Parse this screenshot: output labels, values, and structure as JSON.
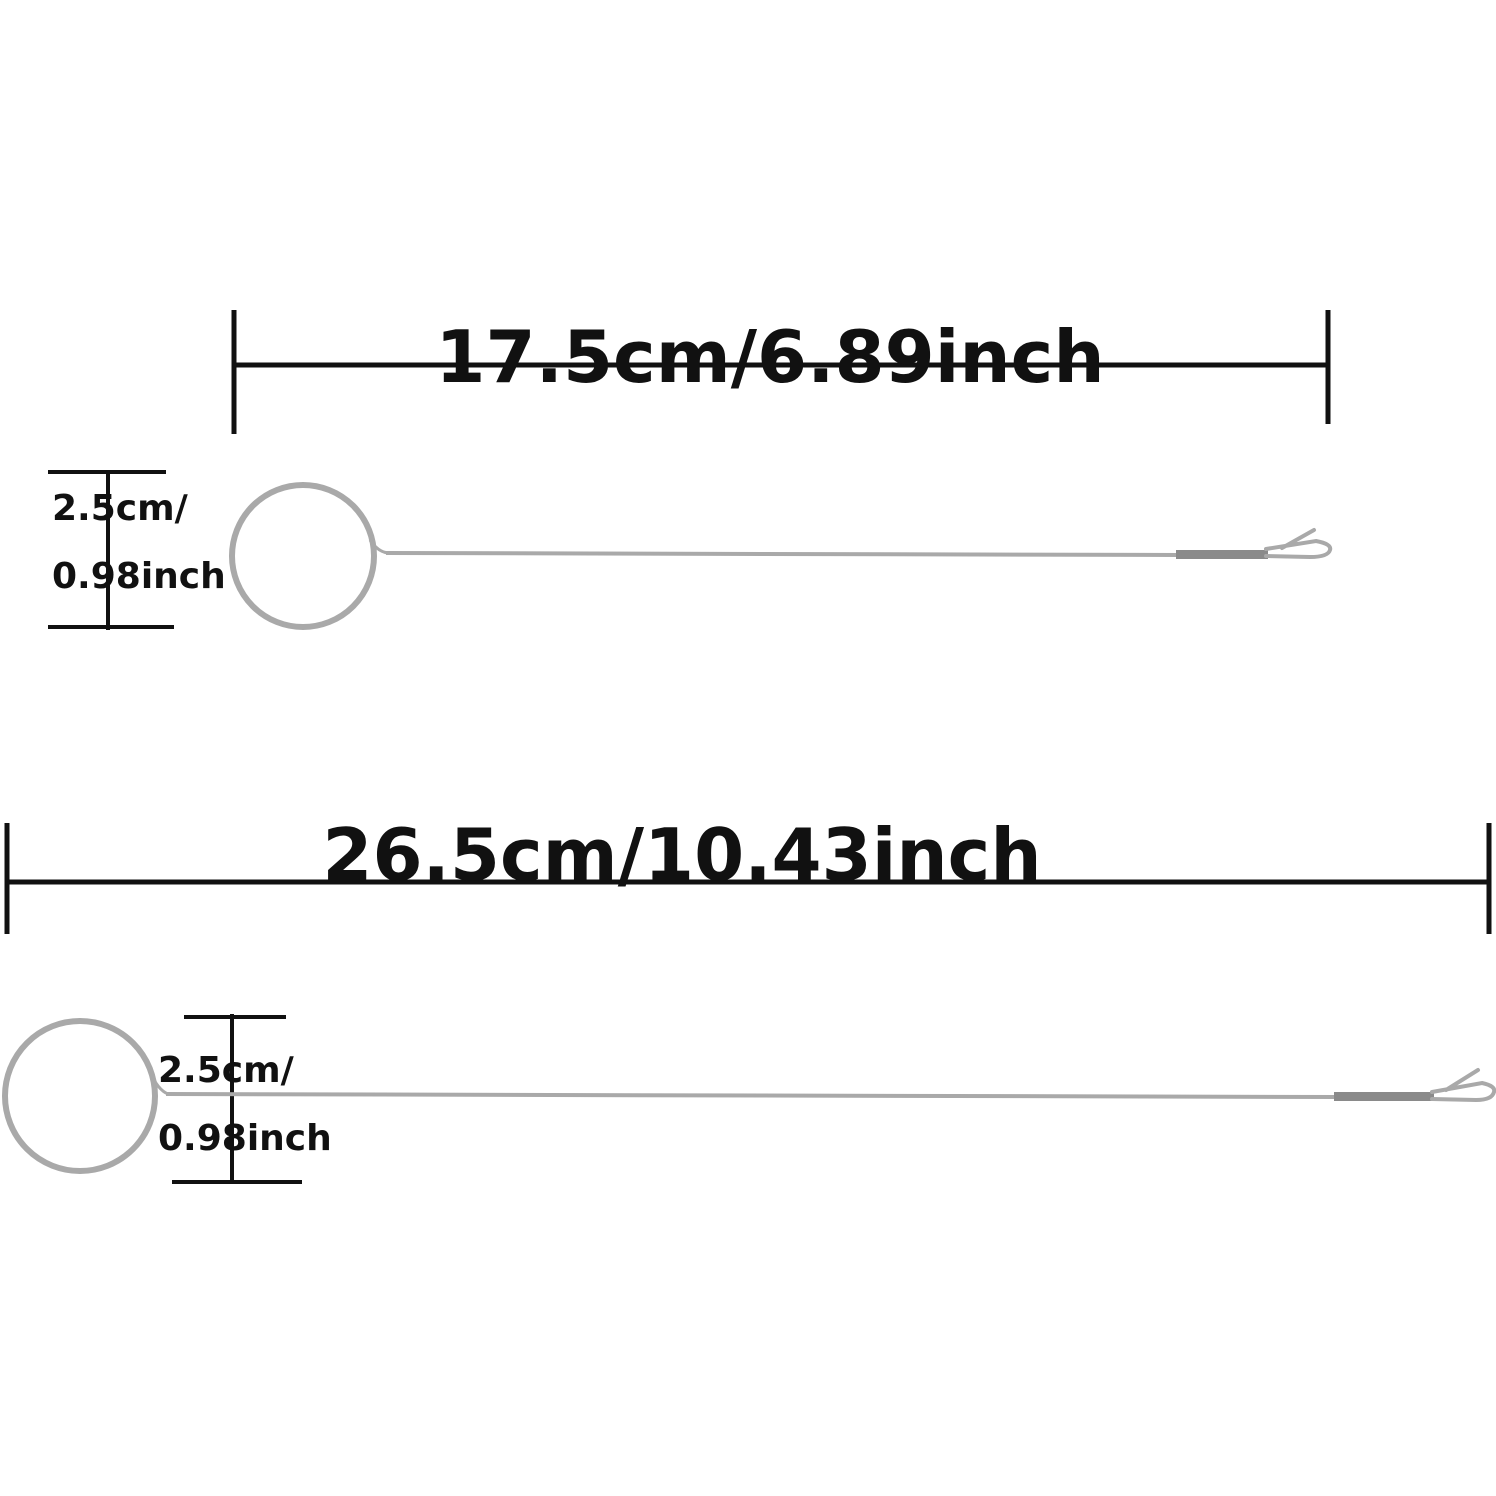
{
  "tools": [
    {
      "length_label": "17.5cm/6.89inch",
      "ring_label_line1": "2.5cm/",
      "ring_label_line2": "0.98inch"
    },
    {
      "length_label": "26.5cm/10.43inch",
      "ring_label_line1": "2.5cm/",
      "ring_label_line2": "0.98inch"
    }
  ],
  "colors": {
    "dimension_line": "#111111",
    "metal": "#a9a9a9",
    "metal_dark": "#8a8a8a",
    "background": "#ffffff"
  }
}
